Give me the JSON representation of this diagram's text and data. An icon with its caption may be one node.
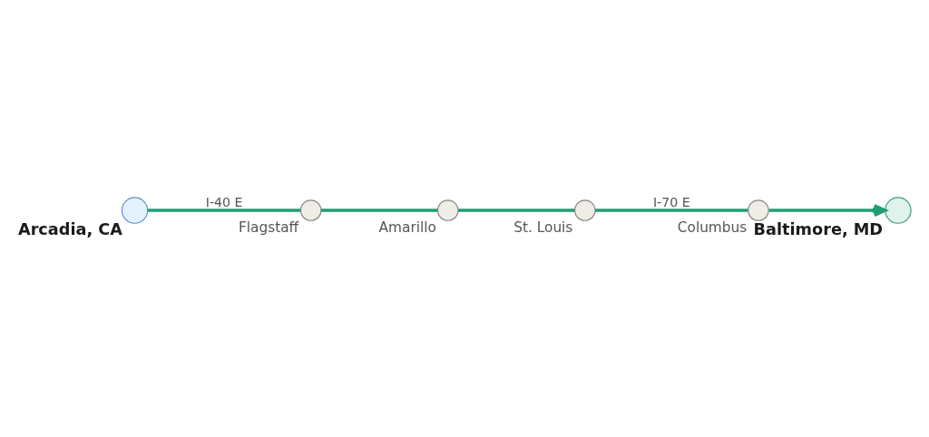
{
  "diagram": {
    "nodes": [
      {
        "text": [
          "Arcadia, CA"
        ]
      },
      {
        "text": [
          "Flagstaff"
        ]
      },
      {
        "text": [
          "Amarillo"
        ]
      },
      {
        "text": [
          "St. Louis"
        ]
      },
      {
        "text": [
          "Columbus"
        ]
      },
      {
        "text": [
          "Baltimore, MD"
        ]
      }
    ],
    "edges": [
      {
        "from": 0,
        "to": 1,
        "arrow": "none",
        "label": "I-40 E"
      },
      {
        "from": 1,
        "to": 2,
        "arrow": "none"
      },
      {
        "from": 2,
        "to": 3,
        "arrow": "none"
      },
      {
        "from": 3,
        "to": 4,
        "arrow": "none",
        "label": "I-70 E"
      },
      {
        "from": 4,
        "to": 5,
        "arrow": "to"
      }
    ]
  }
}
